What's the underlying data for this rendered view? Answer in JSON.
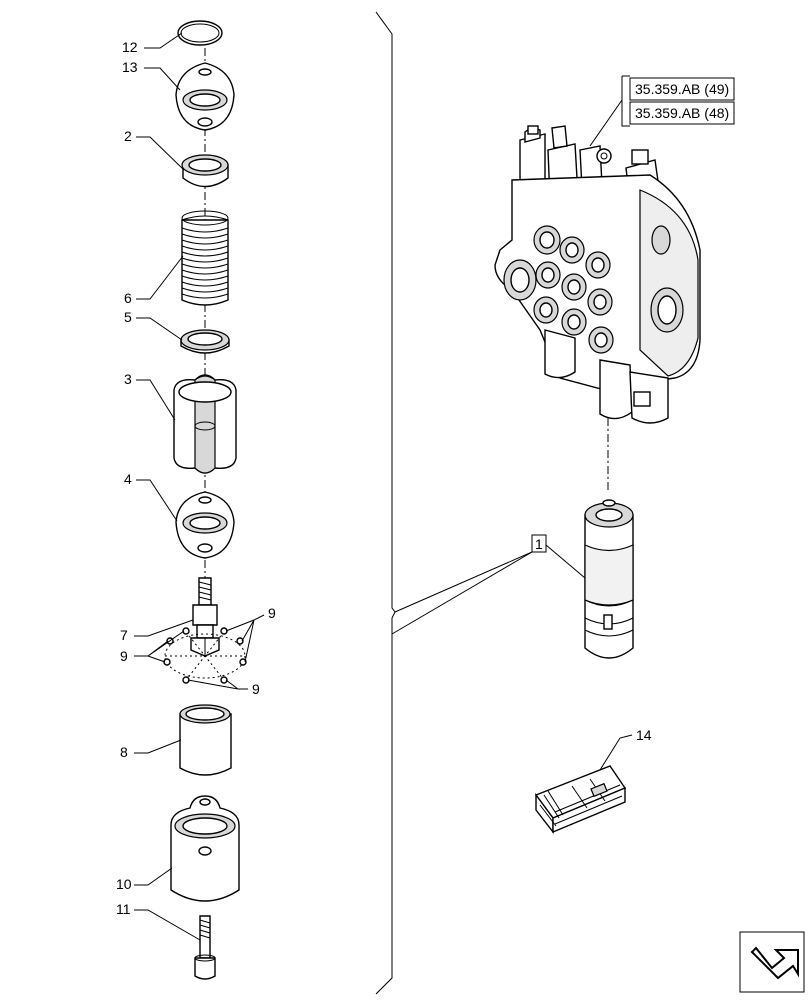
{
  "callouts": {
    "c12": "12",
    "c13": "13",
    "c2": "2",
    "c6": "6",
    "c5": "5",
    "c3": "3",
    "c4": "4",
    "c7": "7",
    "c9a": "9",
    "c9b": "9",
    "c9c": "9",
    "c8": "8",
    "c10": "10",
    "c11": "11",
    "c1": "1",
    "c14": "14"
  },
  "references": {
    "ref_upper": "35.359.AB (49)",
    "ref_lower": "35.359.AB (48)"
  },
  "icons": {
    "nav": "view-direction-arrow-icon"
  }
}
